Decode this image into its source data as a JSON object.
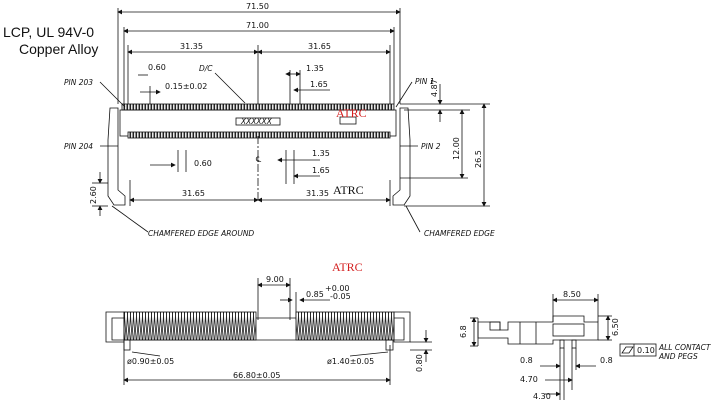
{
  "material": {
    "line1": "LCP, UL 94V-0",
    "line2": "Copper Alloy"
  },
  "top_view": {
    "dims": {
      "overall_length": "71.50",
      "inner_length": "71.00",
      "top_left_span": "31.35",
      "top_right_span": "31.65",
      "top_pin_pitch": "0.60",
      "top_tolerance": "0.15±0.02",
      "top_right_small_1": "1.35",
      "top_right_small_2": "1.65",
      "dim_4_87": "4.87",
      "dim_12_00": "12.00",
      "dim_26_5": "26.5",
      "bottom_pin_pitch": "0.60",
      "bottom_right_small_1": "1.35",
      "bottom_right_small_2": "1.65",
      "bottom_left_span": "31.65",
      "bottom_right_span": "31.35",
      "dim_2_60": "2.60"
    },
    "labels": {
      "dc": "D/C",
      "pin203": "PIN 203",
      "pin1": "PIN 1",
      "pin204": "PIN 204",
      "pin2": "PIN 2",
      "chamfer_left": "CHAMFERED EDGE AROUND",
      "chamfer_right": "CHAMFERED EDGE",
      "date_code": "XXXXXX",
      "atrc_red": "ATRC",
      "atrc_black": "ATRC",
      "centerline": "℄"
    }
  },
  "front_view": {
    "dims": {
      "key_offset": "9.00",
      "key_tol_value": "0.85",
      "key_tol_plus": "+0.00",
      "key_tol_minus": "-0.05",
      "peg_left": "ø0.90±0.05",
      "peg_right": "ø1.40±0.05",
      "peg_span": "66.80±0.05",
      "height_0_80": "0.80"
    },
    "labels": {
      "atrc_red": "ATRC"
    }
  },
  "side_view": {
    "dims": {
      "width_8_50": "8.50",
      "height_6_8": "6.8",
      "height_6_50": "6.50",
      "flatness": "0.10",
      "foot_left": "0.8",
      "foot_right": "0.8",
      "dim_4_70": "4.70",
      "dim_4_30": "4.30"
    },
    "labels": {
      "flatness_note_1": "ALL CONTACT",
      "flatness_note_2": "AND PEGS"
    }
  },
  "colors": {
    "line": "#111111",
    "atrc": "#d42020"
  }
}
